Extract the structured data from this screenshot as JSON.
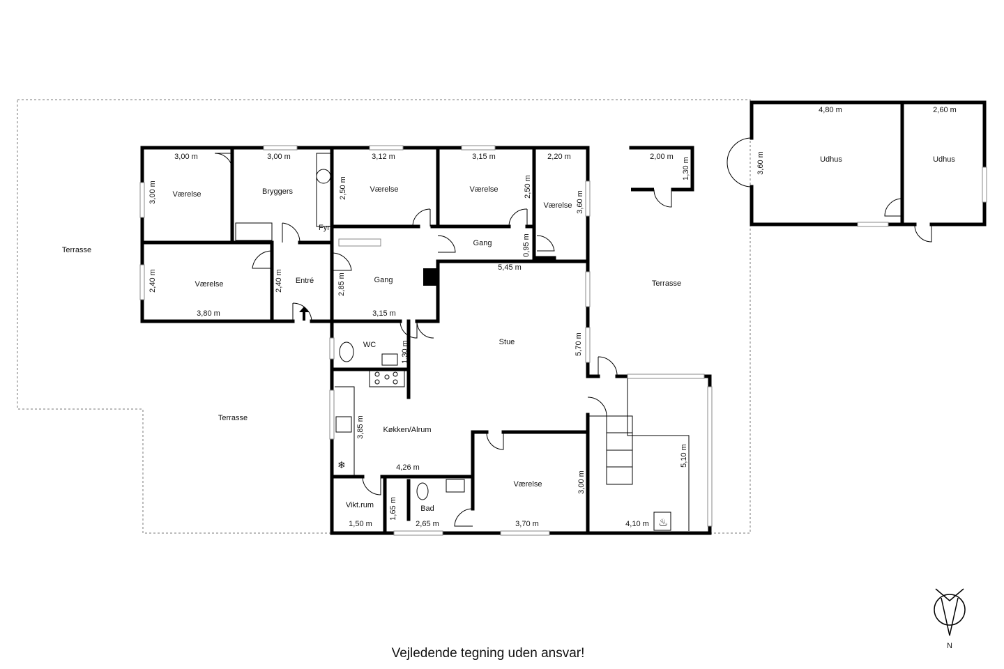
{
  "rooms": {
    "vaerelse1": "Værelse",
    "bryggers": "Bryggers",
    "fyr": "Fyr",
    "vaerelse2": "Værelse",
    "vaerelse3": "Værelse",
    "vaerelse4": "Værelse",
    "gang1": "Gang",
    "vaerelse5": "Værelse",
    "entre": "Entré",
    "gang2": "Gang",
    "stue": "Stue",
    "wc": "WC",
    "kokken": "Køkken/Alrum",
    "viktrum": "Vikt.rum",
    "bad": "Bad",
    "vaerelse6": "Værelse",
    "udhus1": "Udhus",
    "udhus2": "Udhus",
    "terrasse1": "Terrasse",
    "terrasse2": "Terrasse",
    "terrasse3": "Terrasse"
  },
  "dimensions": {
    "d1": "3,00 m",
    "d2": "3,00 m",
    "d3": "3,12 m",
    "d4": "3,15 m",
    "d5": "2,20 m",
    "d6": "3,00 m",
    "d7": "2,50 m",
    "d8": "2,50 m",
    "d9": "3,60 m",
    "d10": "0,95 m",
    "d11": "2,40 m",
    "d12": "2,40 m",
    "d13": "2,85 m",
    "d14": "3,80 m",
    "d15": "3,15 m",
    "d16": "5,45 m",
    "d17": "5,70 m",
    "d18": "1,30 m",
    "d19": "3,85 m",
    "d20": "4,26 m",
    "d21": "1,65 m",
    "d22": "1,50 m",
    "d23": "2,65 m",
    "d24": "3,70 m",
    "d25": "3,00 m",
    "d26": "4,10 m",
    "d27": "5,10 m",
    "d28": "2,00 m",
    "d29": "1,30 m",
    "d30": "4,80 m",
    "d31": "2,60 m",
    "d32": "3,60 m"
  },
  "compass": {
    "north": "N"
  },
  "caption": "Vejledende tegning uden ansvar!"
}
